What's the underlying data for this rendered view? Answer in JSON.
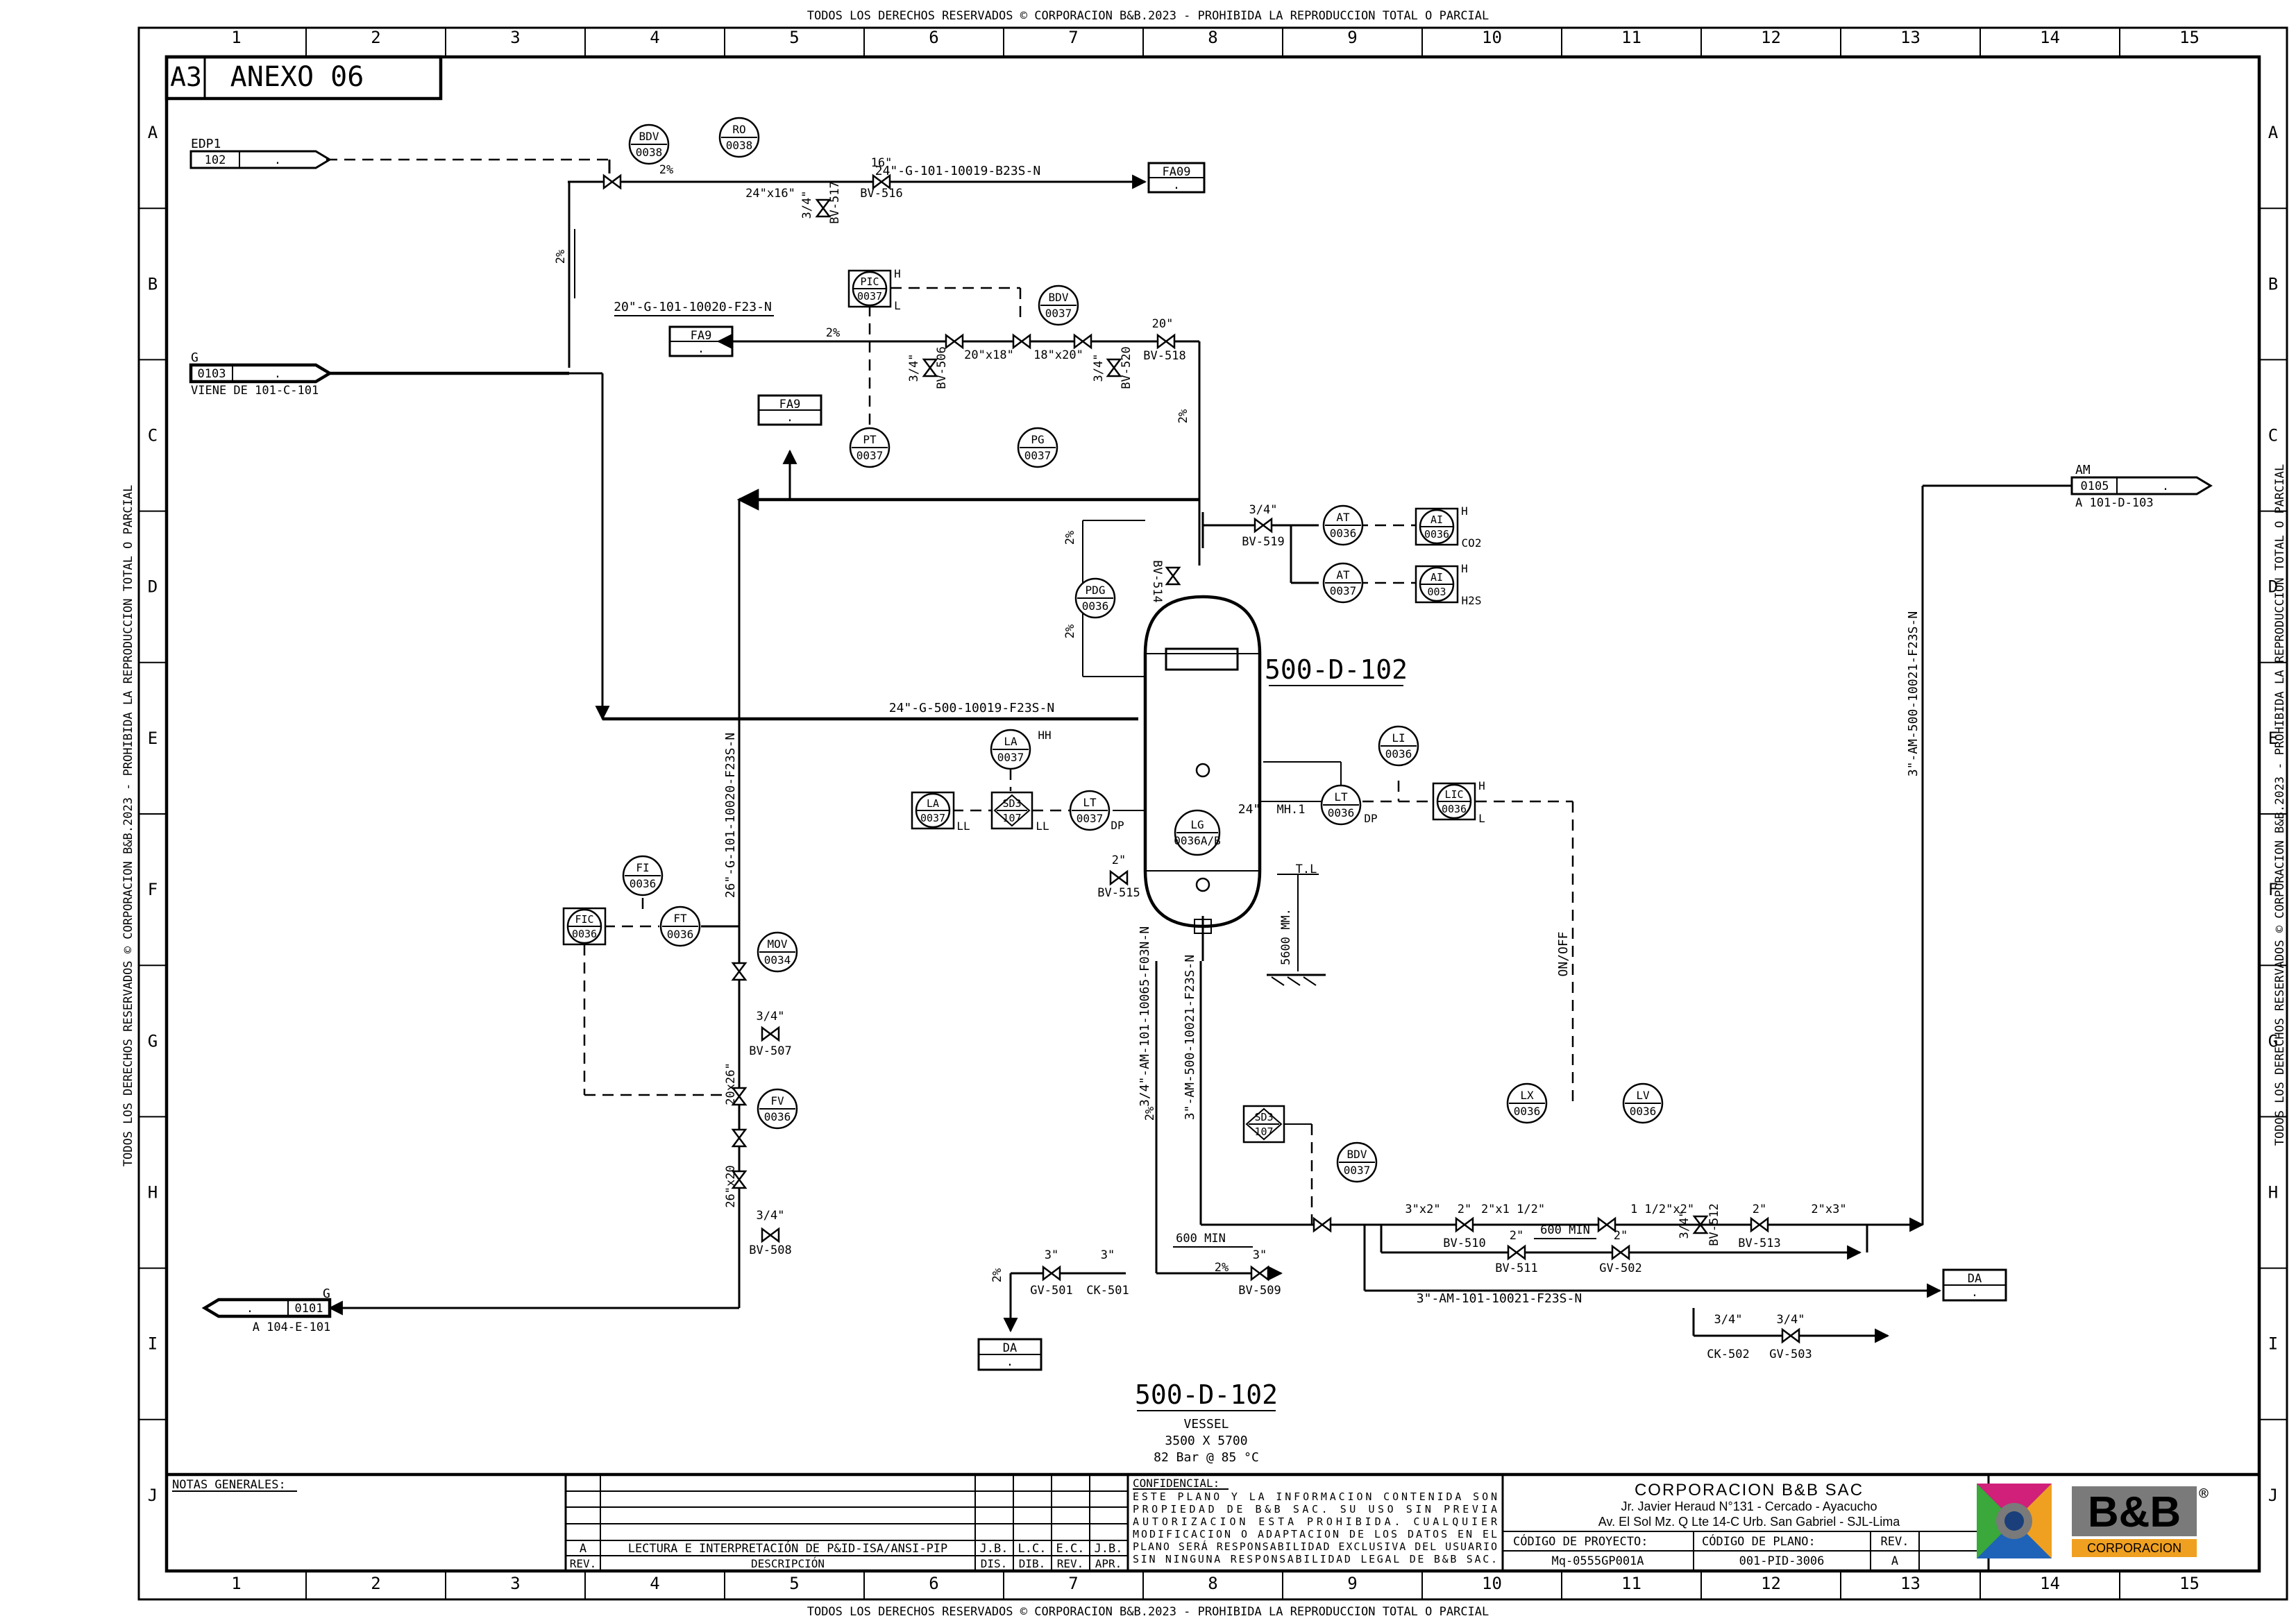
{
  "header": {
    "copyright": "TODOS LOS DERECHOS RESERVADOS © CORPORACION B&B.2023 - PROHIBIDA LA REPRODUCCION TOTAL O PARCIAL"
  },
  "grid": {
    "columns": [
      "1",
      "2",
      "3",
      "4",
      "5",
      "6",
      "7",
      "8",
      "9",
      "10",
      "11",
      "12",
      "13",
      "14",
      "15"
    ],
    "rows": [
      "A",
      "B",
      "C",
      "D",
      "E",
      "F",
      "G",
      "H",
      "I",
      "J"
    ]
  },
  "sheet": {
    "size": "A3",
    "annex": "ANEXO 06"
  },
  "connectors": {
    "edp1": {
      "name": "EDP1",
      "num": "102",
      "dot": "."
    },
    "g_in": {
      "name": "G",
      "num": "0103",
      "dot": ".",
      "note": "VIENE DE 101-C-101"
    },
    "g_out": {
      "name": "G",
      "num": "0101",
      "dot": ".",
      "note": "A 104-E-101"
    },
    "am_out": {
      "name": "AM",
      "num": "0105",
      "dot": ".",
      "note": "A 101-D-103"
    }
  },
  "boxes": {
    "fa09": {
      "title": "FA09",
      "sub": "."
    },
    "fa9_left": {
      "title": "FA9",
      "sub": "."
    },
    "fa9_top": {
      "title": "FA9",
      "sub": "."
    },
    "da_left": {
      "title": "DA",
      "sub": "."
    },
    "da_right": {
      "title": "DA",
      "sub": "."
    }
  },
  "instruments": {
    "bdv38": {
      "tag": "BDV",
      "num": "0038"
    },
    "ro38": {
      "tag": "RO",
      "num": "0038"
    },
    "pic37": {
      "tag": "PIC",
      "num": "0037"
    },
    "bdv37": {
      "tag": "BDV",
      "num": "0037"
    },
    "pt37": {
      "tag": "PT",
      "num": "0037"
    },
    "pg37": {
      "tag": "PG",
      "num": "0037"
    },
    "at36_co2": {
      "tag": "AT",
      "num": "0036"
    },
    "ai36_co2": {
      "tag": "AI",
      "num": "0036"
    },
    "at37": {
      "tag": "AT",
      "num": "0037"
    },
    "ai003": {
      "tag": "AI",
      "num": "003"
    },
    "pdg36": {
      "tag": "PDG",
      "num": "0036"
    },
    "la37_hh": {
      "tag": "LA",
      "num": "0037"
    },
    "la37_ll": {
      "tag": "LA",
      "num": "0037"
    },
    "sd3_left": {
      "tag": "SD3",
      "num": "107"
    },
    "lt37": {
      "tag": "LT",
      "num": "0037"
    },
    "lg36": {
      "tag": "LG",
      "num": "0036A/B"
    },
    "li36": {
      "tag": "LI",
      "num": "0036"
    },
    "lt36": {
      "tag": "LT",
      "num": "0036"
    },
    "lic36": {
      "tag": "LIC",
      "num": "0036"
    },
    "fi36": {
      "tag": "FI",
      "num": "0036"
    },
    "fic36": {
      "tag": "FIC",
      "num": "0036"
    },
    "ft36": {
      "tag": "FT",
      "num": "0036"
    },
    "mov34": {
      "tag": "MOV",
      "num": "0034"
    },
    "fv36": {
      "tag": "FV",
      "num": "0036"
    },
    "sd3_low": {
      "tag": "SD3",
      "num": "107"
    },
    "bdv37_low": {
      "tag": "BDV",
      "num": "0037"
    },
    "lx36": {
      "tag": "LX",
      "num": "0036"
    },
    "lv36": {
      "tag": "LV",
      "num": "0036"
    }
  },
  "vessel": {
    "tag": "500-D-102",
    "label": "500-D-102",
    "type": "VESSEL",
    "dims": "3500 X 5700",
    "design": "82 Bar @ 85 °C",
    "tl": "T.L",
    "height": "5600 MM.",
    "manhole_size": "24\"",
    "manhole": "MH.1"
  },
  "lines": {
    "l1": "24\"-G-101-10019-B23S-N",
    "l2": "20\"-G-101-10020-F23-N",
    "l3": "24\"-G-500-10019-F23S-N",
    "l4": "26\"-G-101-10020-F23S-N",
    "l5": "3/4\"-AM-101-10065-F03N-N",
    "l6": "3\"-AM-500-10021-F23S-N",
    "l7": "3\"-AM-101-10021-F23S-N",
    "l8": "3\"-AM-500-10021-F23S-N"
  },
  "labels": {
    "slope": "2%",
    "onoff": "ON/OFF",
    "co2": "CO2",
    "h2s": "H2S",
    "h": "H",
    "l": "L",
    "hh": "HH",
    "ll": "LL",
    "dp": "DP",
    "min600": "600 MIN",
    "red24x16": "24\"x16\"",
    "sz16": "16\"",
    "sz20": "20\"",
    "sz34": "3/4\"",
    "sz2": "2\"",
    "sz3": "3\"",
    "red20x18": "20\"x18\"",
    "red18x20": "18\"x20\"",
    "red20x26": "20x26\"",
    "red26x20": "26\"x20",
    "red3x2": "3\"x2\"",
    "red2x1half": "2\"x1 1/2\"",
    "red1halfx2": "1 1/2\"x2\"",
    "red2x3": "2\"x3\""
  },
  "valves": {
    "bv517": "BV-517",
    "bv516": "BV-516",
    "bv506": "BV-506",
    "bv520": "BV-520",
    "bv518": "BV-518",
    "bv519": "BV-519",
    "bv514": "BV-514",
    "bv515": "BV-515",
    "bv507": "BV-507",
    "bv508": "BV-508",
    "bv509": "BV-509",
    "gv501": "GV-501",
    "ck501": "CK-501",
    "bv510": "BV-510",
    "bv511": "BV-511",
    "gv502": "GV-502",
    "bv512": "BV-512",
    "bv513": "BV-513",
    "ck502": "CK-502",
    "gv503": "GV-503"
  },
  "title_block": {
    "notes_title": "NOTAS GENERALES:",
    "rev_row": {
      "rev": "A",
      "desc": "LECTURA E INTERPRETACIÓN DE P&ID-ISA/ANSI-PIP",
      "dis": "J.B.",
      "dib": "L.C.",
      "rev_by": "E.C.",
      "apr": "J.B."
    },
    "headers": {
      "rev": "REV.",
      "desc": "DESCRIPCIÓN",
      "dis": "DIS.",
      "dib": "DIB.",
      "rev_by": "REV.",
      "apr": "APR."
    },
    "conf_title": "CONFIDENCIAL:",
    "conf_lines": [
      "ESTE PLANO Y LA INFORMACION CONTENIDA SON",
      "PROPIEDAD DE B&B SAC. SU USO SIN PREVIA",
      "AUTORIZACION ESTA PROHIBIDA. CUALQUIER",
      "MODIFICACION O ADAPTACION DE LOS DATOS EN EL",
      "PLANO SERÁ RESPONSABILIDAD EXCLUSIVA DEL USUARIO",
      "SIN NINGUNA RESPONSABILIDAD LEGAL DE B&B SAC."
    ],
    "company": "CORPORACION B&B SAC",
    "addr1": "Jr. Javier Heraud N°131 - Cercado - Ayacucho",
    "addr2": "Av. El Sol Mz. Q Lte 14-C Urb. San Gabriel - SJL-Lima",
    "project_label": "CÓDIGO DE PROYECTO:",
    "project_code": "Mq-0555GP001A",
    "plan_label": "CÓDIGO DE PLANO:",
    "plan_code": "001-PID-3006",
    "rev_label": "REV.",
    "rev_value": "A",
    "logo_text": "B&B",
    "logo_sub": "CORPORACION",
    "logo_reg": "®"
  },
  "colors": {
    "line": "#000000",
    "logo_blue": "#1e63b8",
    "logo_orange": "#f0a020",
    "logo_magenta": "#d0207a",
    "logo_green": "#3aa83a",
    "logo_navy": "#1a3f7a",
    "logo_grey": "#7a7a7a"
  }
}
